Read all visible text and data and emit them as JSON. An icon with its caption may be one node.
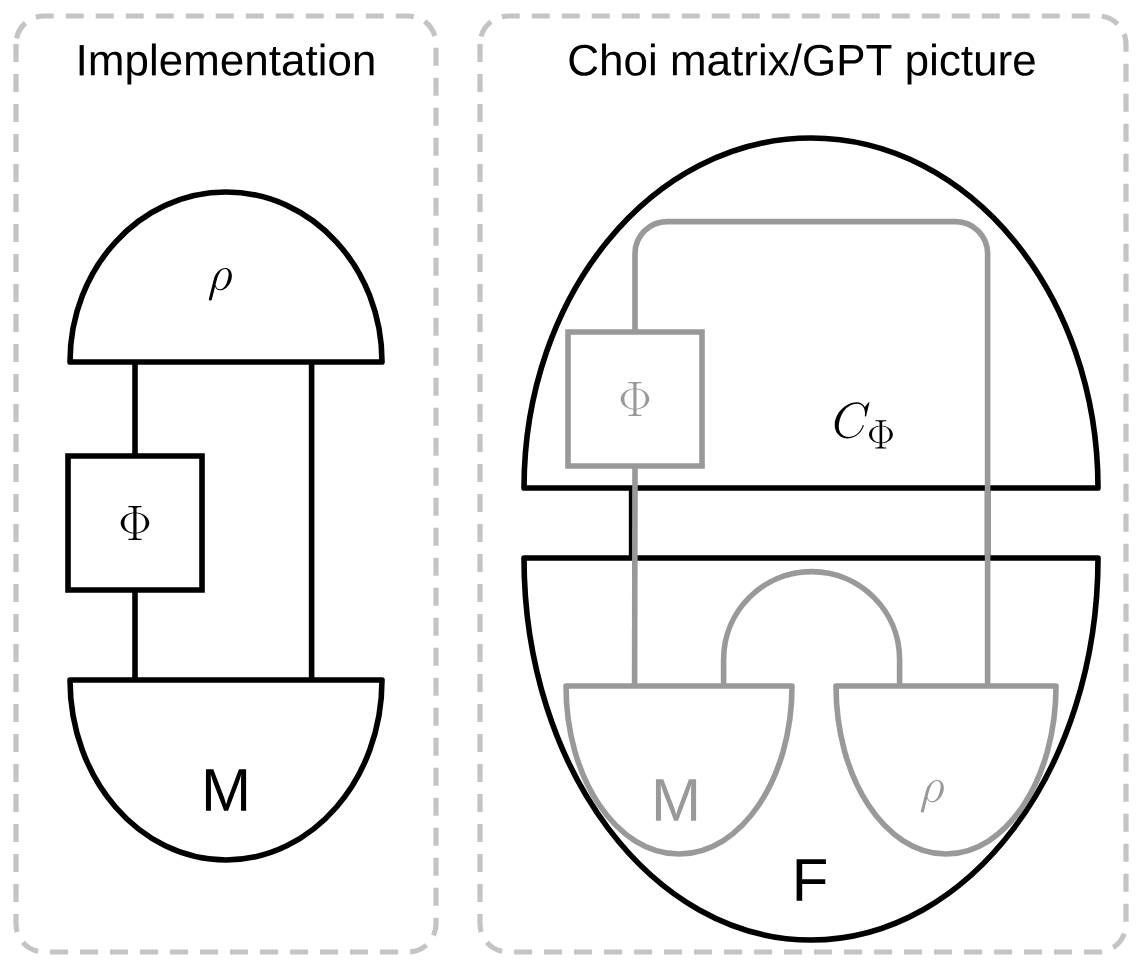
{
  "diagram": {
    "nodes": [
      {
        "text": [
          "Implementation"
        ]
      },
      {
        "text": [
          "\\rho"
        ],
        "in": 0
      },
      {
        "text": [
          "\\Phi"
        ],
        "in": 0
      },
      {
        "text": [
          "M"
        ],
        "in": 0
      },
      {
        "text": [
          "Choi matrix/GPT picture"
        ]
      },
      {
        "text": [
          "C_{\\Phi}"
        ],
        "in": 4
      },
      {
        "text": [
          "\\Phi"
        ],
        "in": 5
      },
      {
        "text": [
          "F"
        ],
        "in": 4
      },
      {
        "text": [
          "M"
        ],
        "in": 7
      },
      {
        "text": [
          "\\rho"
        ],
        "in": 7
      }
    ],
    "edges": [
      {
        "from": 1,
        "to": 2,
        "arrow": "none"
      },
      {
        "from": 2,
        "to": 3,
        "arrow": "none"
      },
      {
        "from": 1,
        "to": 3,
        "arrow": "none"
      },
      {
        "from": 5,
        "to": 7,
        "arrow": "none"
      },
      {
        "from": 5,
        "to": 7,
        "arrow": "none"
      },
      {
        "from": 6,
        "to": 8,
        "arrow": "none",
        "color": "#999999"
      },
      {
        "from": 6,
        "to": 9,
        "arrow": "none",
        "color": "#999999"
      },
      {
        "from": 8,
        "to": 9,
        "arrow": "none",
        "color": "#999999"
      }
    ]
  }
}
